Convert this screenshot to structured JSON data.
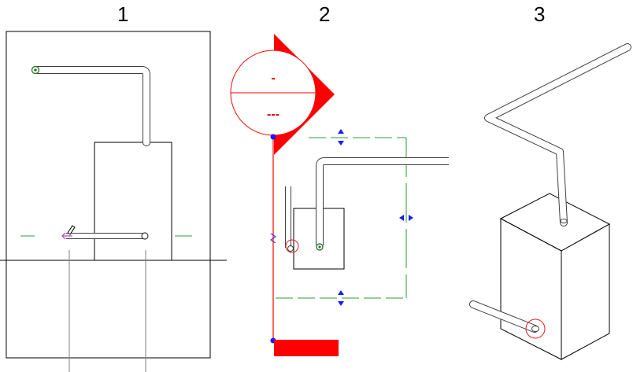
{
  "panels": [
    {
      "number": "1",
      "view": "plan"
    },
    {
      "number": "2",
      "view": "section"
    },
    {
      "number": "3",
      "view": "3d"
    }
  ],
  "section_marker": {
    "top_text": "-",
    "bottom_text": "---"
  },
  "colors": {
    "line": "#000000",
    "pipe_outline": "#404040",
    "section_red": "#ff0000",
    "grip_blue": "#1a1aff",
    "dim_green": "#2e9b3a",
    "highlight_circle": "#e02020",
    "edit_magenta": "#b040c0"
  },
  "icons": [
    "pencil-icon",
    "double-arrow-grip-icon",
    "connector-icon"
  ]
}
